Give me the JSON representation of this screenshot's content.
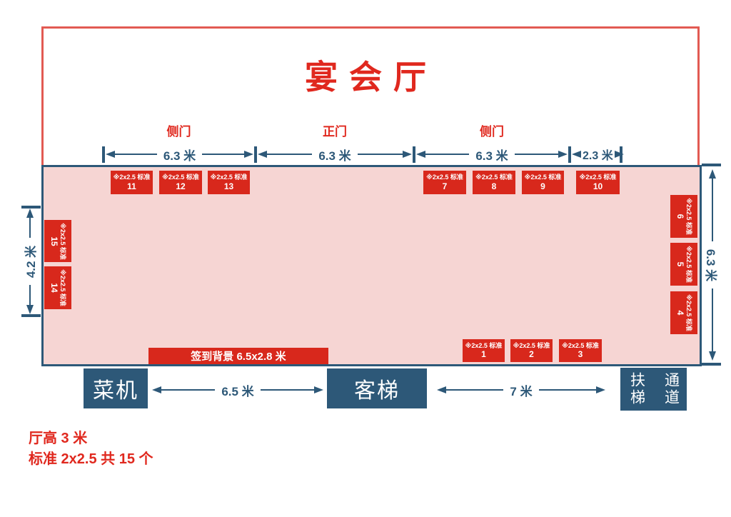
{
  "title": "宴会厅",
  "doors": {
    "left": "侧门",
    "main": "正门",
    "right": "侧门"
  },
  "dims": {
    "top": [
      "6.3 米",
      "6.3 米",
      "6.3 米",
      "2.3 米"
    ],
    "left": "4.2 米",
    "right": "6.3 米",
    "bottom_left": "6.5 米",
    "bottom_right": "7 米"
  },
  "booth_label": "※2x2.5 标准",
  "booths": {
    "top_left": [
      "11",
      "12",
      "13"
    ],
    "top_right": [
      "7",
      "8",
      "9",
      "10"
    ],
    "left": [
      "15",
      "14"
    ],
    "right": [
      "6",
      "5",
      "4"
    ],
    "bottom": [
      "1",
      "2",
      "3"
    ]
  },
  "banner": "签到背景 6.5x2.8 米",
  "facilities": {
    "left": "菜机",
    "center": "客梯",
    "right_a": "扶梯",
    "right_b": "通道"
  },
  "notes": {
    "line1": "厅高 3 米",
    "line2": "标准 2x2.5 共 15 个"
  },
  "colors": {
    "accent_red": "#e0281e",
    "booth_red": "#d8281c",
    "outline_red": "#e25a52",
    "hall_pink": "#f6d5d3",
    "slate_blue": "#2d5878"
  }
}
